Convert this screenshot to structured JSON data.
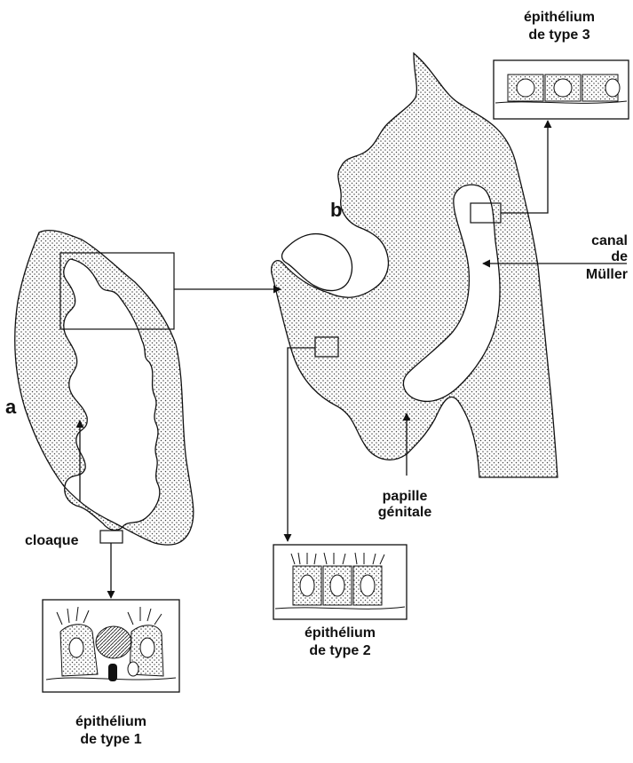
{
  "panels": {
    "a": "a",
    "b": "b"
  },
  "labels": {
    "cloaque": "cloaque",
    "canal_line1": "canal",
    "canal_line2": "de",
    "canal_line3": "Müller",
    "papille_line1": "papille",
    "papille_line2": "génitale"
  },
  "insets": {
    "type1": {
      "line1": "épithélium",
      "line2": "de type 1"
    },
    "type2": {
      "line1": "épithélium",
      "line2": "de type 2"
    },
    "type3": {
      "line1": "épithélium",
      "line2": "de type 3"
    }
  },
  "colors": {
    "ink": "#111111",
    "stipple": "#444444"
  }
}
